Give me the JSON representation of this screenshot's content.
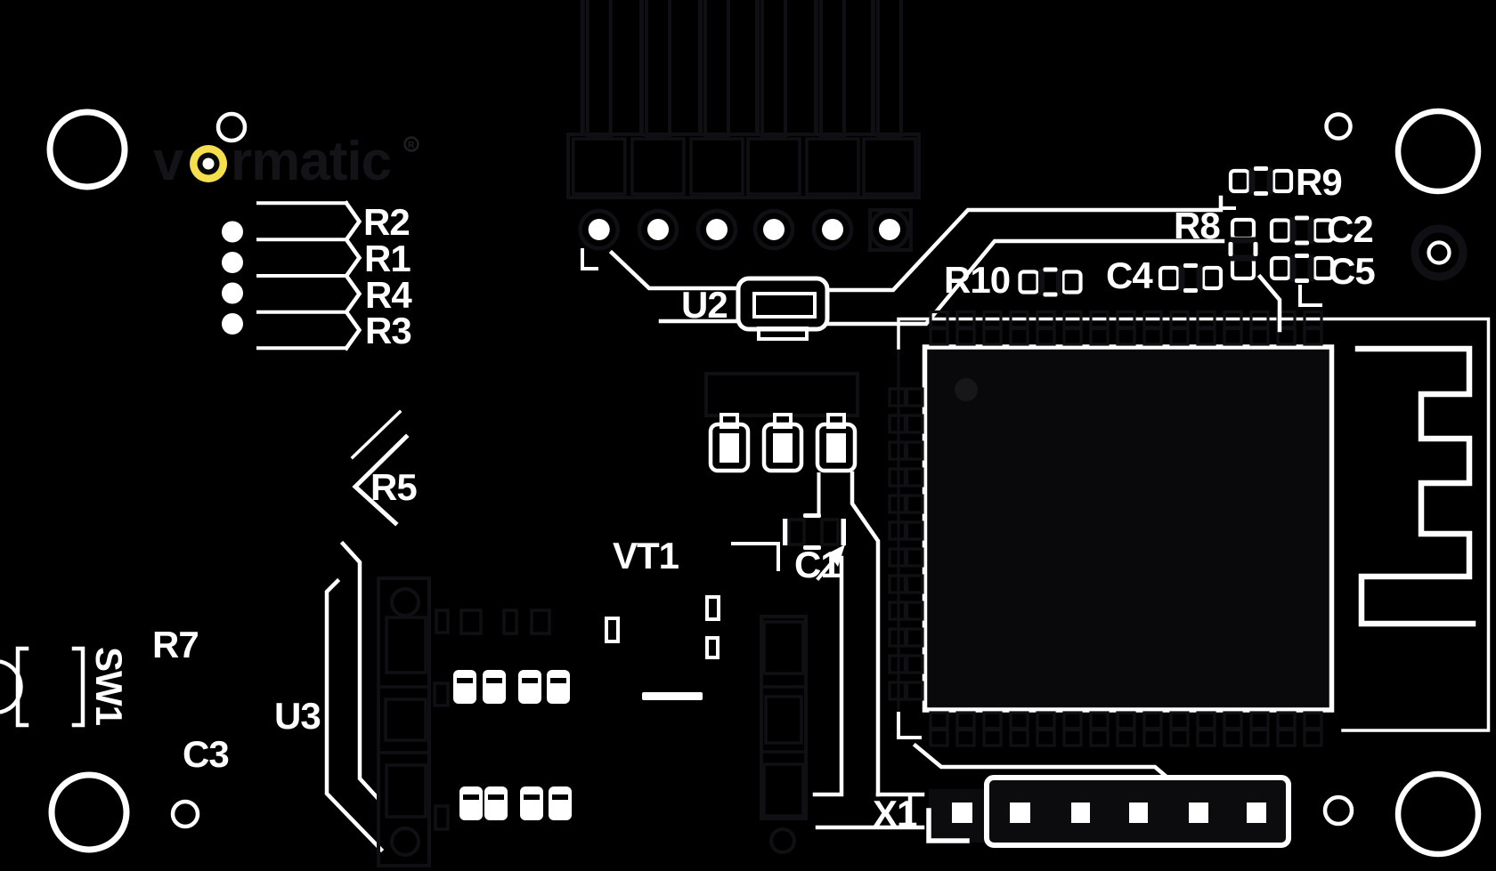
{
  "board": {
    "background_color": "#000000",
    "silkscreen_color": "#ffffff",
    "copper_dark_color": "#101014",
    "copper_fill_color": "#0c0c0f",
    "ic_body_color": "#09090b",
    "ic_pin1_dot_color": "#17171a"
  },
  "logo": {
    "full_name": "vormatic",
    "text_v": "v",
    "text_rest": "rmatic",
    "registered_mark": "R",
    "accent_color": "#F6DF4E",
    "text_color": "#141418"
  },
  "labels": {
    "r1": "R1",
    "r2": "R2",
    "r3": "R3",
    "r4": "R4",
    "r5": "R5",
    "r7": "R7",
    "r8": "R8",
    "r9": "R9",
    "r10": "R10",
    "c1": "C1",
    "c2": "C2",
    "c3": "C3",
    "c4": "C4",
    "c5": "C5",
    "u2": "U2",
    "u3": "U3",
    "vt1": "VT1",
    "sw1": "SW1",
    "x1": "X1"
  }
}
